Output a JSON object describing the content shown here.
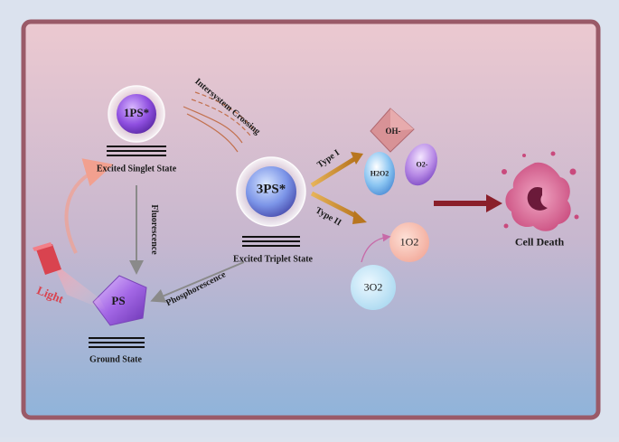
{
  "labels": {
    "singlet_particle": "1PS*",
    "singlet_state": "Excited Singlet State",
    "intersystem": "Intersystem Crossing",
    "triplet_particle": "3PS*",
    "triplet_state": "Excited Triplet State",
    "fluorescence": "Fluorescence",
    "phosphorescence": "Phosphorescence",
    "ground_particle": "PS",
    "ground_state": "Ground State",
    "light": "Light",
    "type1": "Type I",
    "type2": "Type II",
    "oh": "OH-",
    "h2o2": "H2O2",
    "o2_radical": "O2-",
    "singlet_oxygen": "1O2",
    "triplet_oxygen": "3O2",
    "cell_death": "Cell Death"
  },
  "colors": {
    "frame": "#9a5a68",
    "bg_top": "#e8c8cf",
    "bg_bottom": "#8fb2d6",
    "arrow_orange": "#c98a2a",
    "arrow_darkred": "#8a1f2a",
    "arrow_gray": "#8a8a8a",
    "light_red": "#d9434f",
    "ps_purple": "#8a53c9"
  }
}
